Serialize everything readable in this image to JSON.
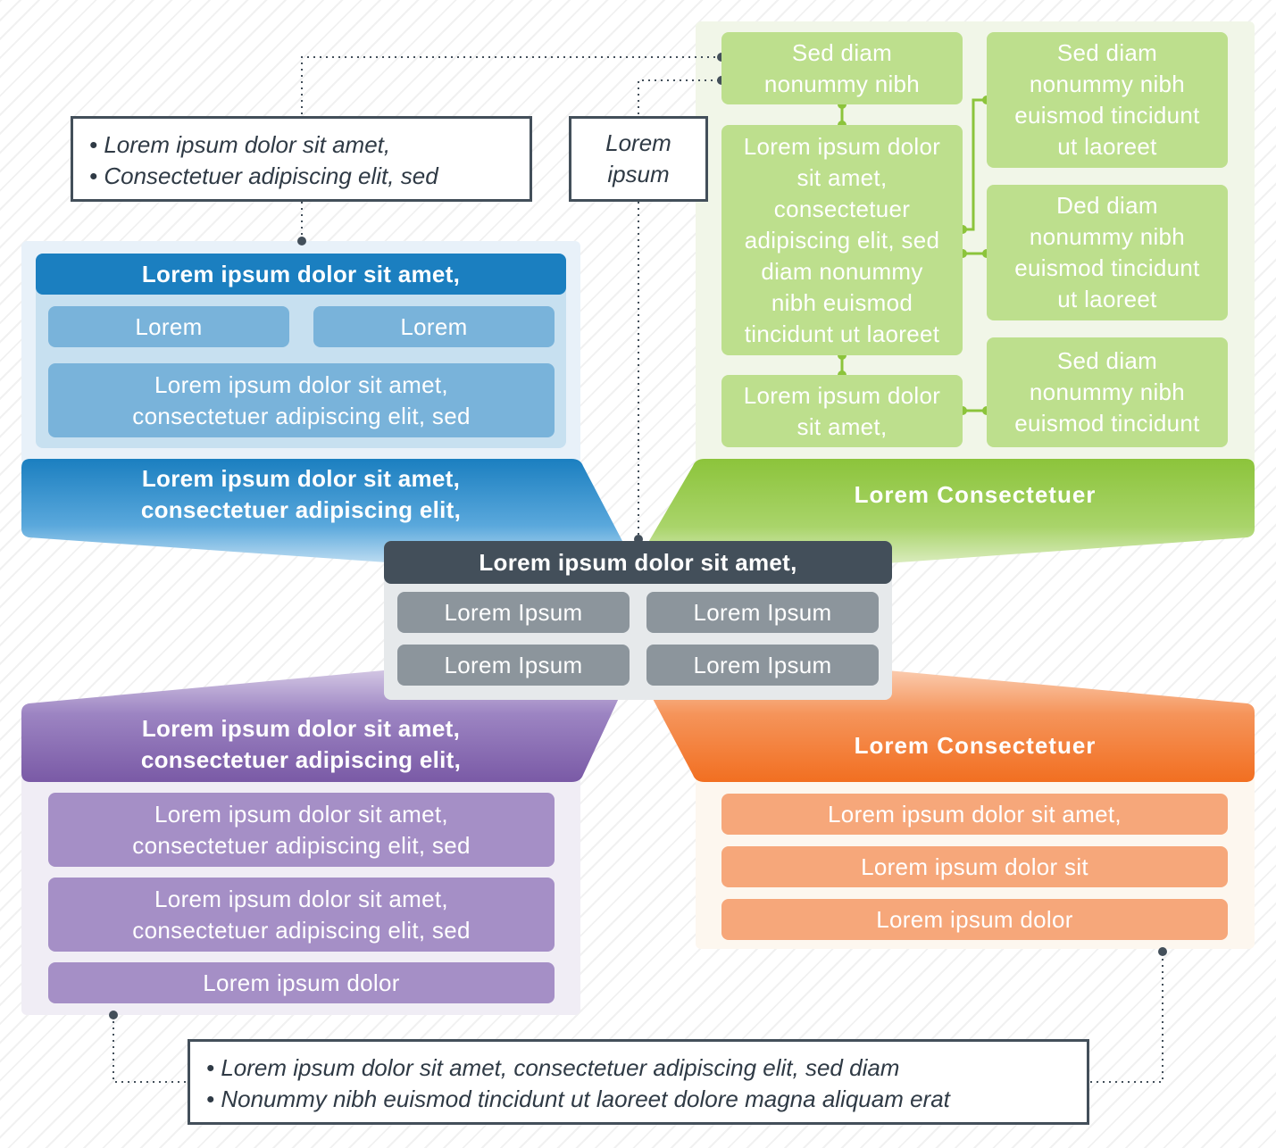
{
  "colors": {
    "blue_header": "#1b7fc0",
    "blue_box": "#79b3da",
    "blue_panel": "#c7e0f0",
    "green_box": "#bddf8d",
    "green_header": "#8cc43b",
    "green_panel": "#f1f6e8",
    "gray_header": "#434f5a",
    "gray_box": "#8c959c",
    "purple_header": "#8060ab",
    "purple_box": "#a58fc6",
    "orange_header": "#f26f21",
    "orange_box": "#f6a77a",
    "note_border": "#434f5a"
  },
  "top_left_note": {
    "lines": [
      "• Lorem ipsum dolor sit amet,",
      "• Consectetuer adipiscing elit, sed"
    ]
  },
  "center_note": {
    "lines": [
      "Lorem",
      "ipsum"
    ]
  },
  "blue_section": {
    "header": "Lorem ipsum dolor sit amet,",
    "box1": "Lorem",
    "box2": "Lorem",
    "wide_box_lines": [
      "Lorem ipsum dolor sit amet,",
      "consectetuer adipiscing elit, sed"
    ],
    "funnel_lines": [
      "Lorem ipsum dolor sit amet,",
      "consectetuer adipiscing elit,"
    ]
  },
  "green_section": {
    "left": [
      {
        "lines": [
          "Sed diam",
          "nonummy nibh"
        ]
      },
      {
        "lines": [
          "Lorem ipsum dolor",
          "sit amet,",
          "consectetuer",
          "adipiscing elit, sed",
          "diam nonummy",
          "nibh euismod",
          "tincidunt ut laoreet"
        ]
      },
      {
        "lines": [
          "Lorem ipsum dolor",
          "sit amet,"
        ]
      }
    ],
    "right": [
      {
        "lines": [
          "Sed diam",
          "nonummy nibh",
          "euismod tincidunt",
          "ut laoreet"
        ]
      },
      {
        "lines": [
          "Ded diam",
          "nonummy nibh",
          "euismod tincidunt",
          "ut laoreet"
        ]
      },
      {
        "lines": [
          "Sed diam",
          "nonummy nibh",
          "euismod tincidunt"
        ]
      }
    ],
    "funnel_label": "Lorem Consectetuer"
  },
  "center_section": {
    "header": "Lorem ipsum dolor sit amet,",
    "items": [
      "Lorem Ipsum",
      "Lorem Ipsum",
      "Lorem Ipsum",
      "Lorem Ipsum"
    ]
  },
  "purple_section": {
    "funnel_lines": [
      "Lorem ipsum dolor sit amet,",
      "consectetuer adipiscing elit,"
    ],
    "items": [
      {
        "lines": [
          "Lorem ipsum dolor sit amet,",
          "consectetuer adipiscing elit, sed"
        ]
      },
      {
        "lines": [
          "Lorem ipsum dolor sit amet,",
          "consectetuer adipiscing elit, sed"
        ]
      },
      {
        "lines": [
          "Lorem ipsum dolor"
        ]
      }
    ]
  },
  "orange_section": {
    "funnel_label": "Lorem Consectetuer",
    "items": [
      "Lorem ipsum dolor sit amet,",
      "Lorem ipsum dolor sit",
      "Lorem ipsum dolor"
    ]
  },
  "bottom_note": {
    "lines": [
      "• Lorem ipsum dolor sit amet, consectetuer adipiscing elit, sed diam",
      "• Nonummy nibh euismod tincidunt ut laoreet dolore magna aliquam erat"
    ]
  }
}
